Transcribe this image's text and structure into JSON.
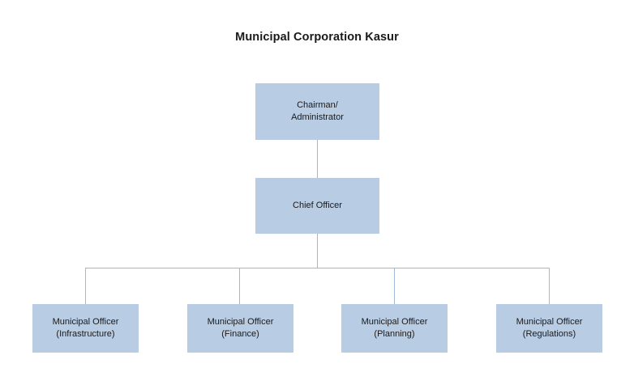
{
  "chart": {
    "title": "Municipal Corporation Kasur",
    "type": "org-chart",
    "node_fill": "#b8cce4",
    "connector_color": "#9fb8d8",
    "background": "#ffffff",
    "nodes": [
      {
        "id": "chairman",
        "line1": "Chairman/",
        "line2": "Administrator",
        "level": 0
      },
      {
        "id": "chief-officer",
        "line1": "Chief Officer",
        "line2": "",
        "level": 1
      },
      {
        "id": "mo-infrastructure",
        "line1": "Municipal Officer",
        "line2": "(Infrastructure)",
        "level": 2
      },
      {
        "id": "mo-finance",
        "line1": "Municipal Officer",
        "line2": "(Finance)",
        "level": 2
      },
      {
        "id": "mo-planning",
        "line1": "Municipal Officer",
        "line2": "(Planning)",
        "level": 2
      },
      {
        "id": "mo-regulations",
        "line1": "Municipal Officer",
        "line2": "(Regulations)",
        "level": 2
      }
    ]
  }
}
